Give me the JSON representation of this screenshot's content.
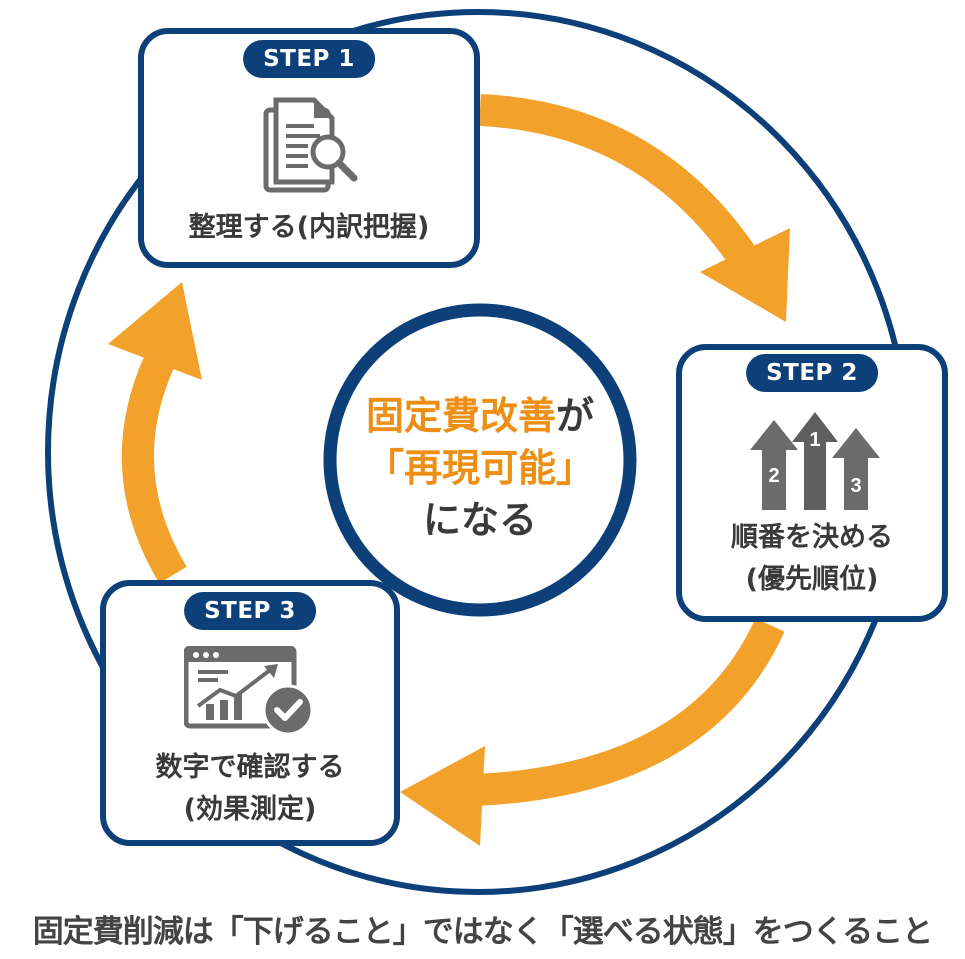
{
  "colors": {
    "navy": "#0d3f78",
    "orange": "#f2a22a",
    "orange_text": "#ec8f14",
    "text_dark": "#3a3a3a",
    "icon_gray": "#6b6b6b"
  },
  "center": {
    "line1_highlight": "固定費改善",
    "line1_suffix": "が",
    "line2": "「再現可能」",
    "line3": "になる"
  },
  "steps": [
    {
      "badge": "STEP 1",
      "title": "整理する(内訳把握)",
      "subtitle": "",
      "icon": "document-search-icon"
    },
    {
      "badge": "STEP 2",
      "title": "順番を決める",
      "subtitle": "(優先順位)",
      "icon": "ranked-arrows-icon",
      "icon_numbers": [
        "2",
        "1",
        "3"
      ]
    },
    {
      "badge": "STEP 3",
      "title": "数字で確認する",
      "subtitle": "(効果測定)",
      "icon": "chart-check-icon"
    }
  ],
  "footer": {
    "text": "固定費削減は「下げること」ではなく「選べる状態」をつくること"
  }
}
